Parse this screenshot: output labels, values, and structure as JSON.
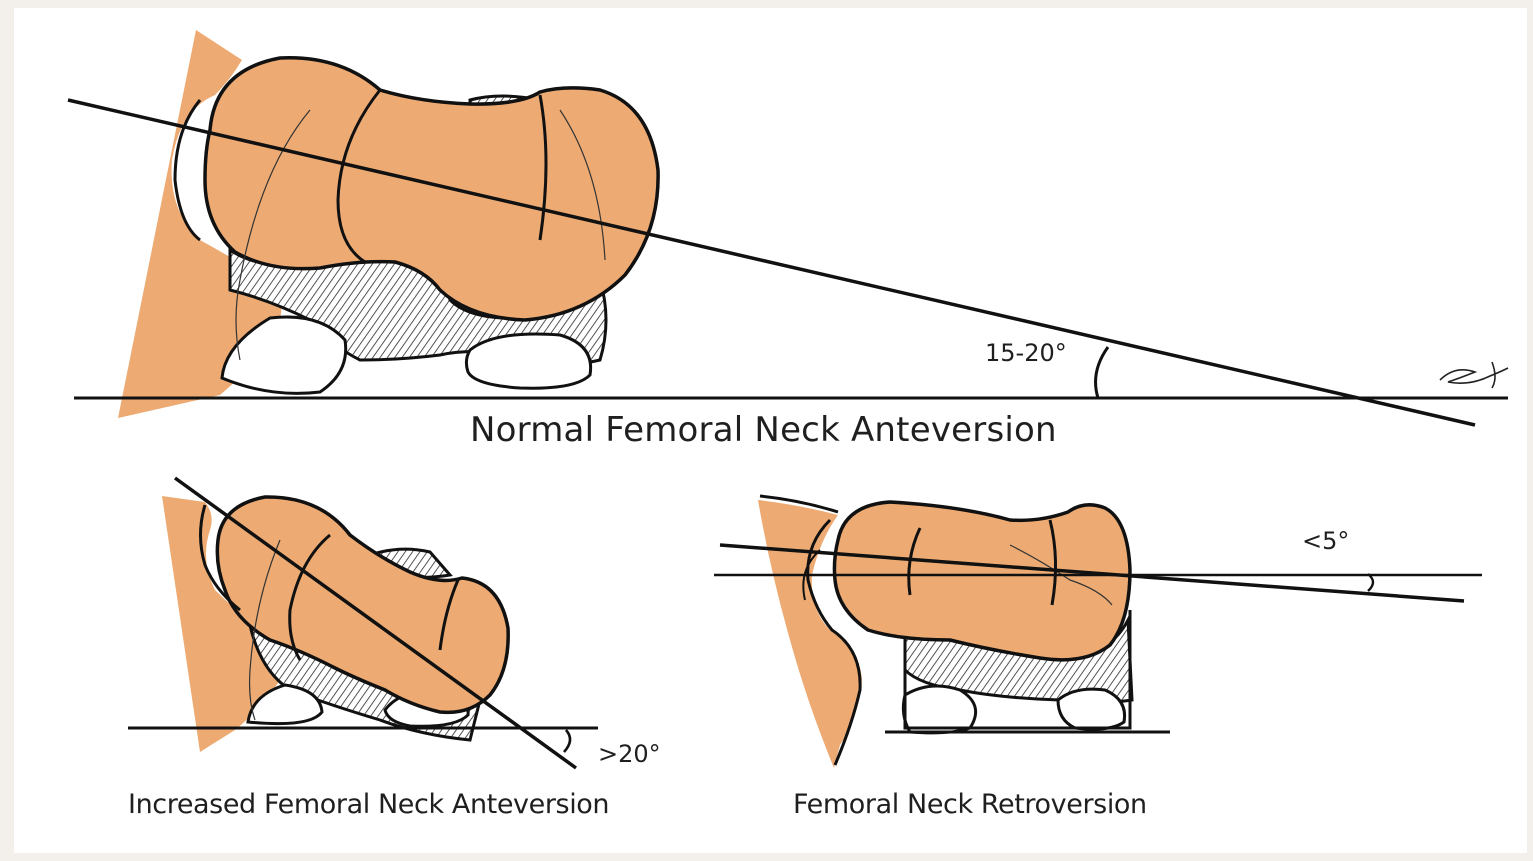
{
  "figures": {
    "normal": {
      "title": "Normal Femoral Neck Anteversion",
      "angle": "15-20°"
    },
    "increased": {
      "title": "Increased Femoral Neck Anteversion",
      "angle": ">20°"
    },
    "retroversion": {
      "title": "Femoral Neck Retroversion",
      "angle": "<5°"
    }
  },
  "colors": {
    "bone_fill": "#edab73",
    "outline": "#111111",
    "background": "#ffffff",
    "frame": "#f3efea",
    "hatch": "#3a3a3a"
  }
}
